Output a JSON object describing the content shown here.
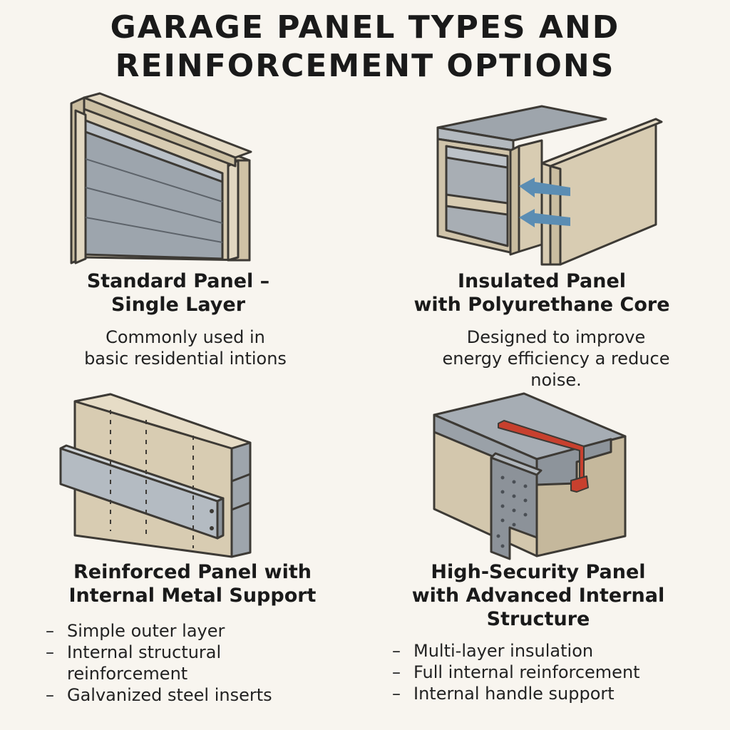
{
  "title": {
    "line1": "GARAGE PANEL TYPES AND",
    "line2": "REINFORCEMENT OPTIONS"
  },
  "panels": [
    {
      "heading_line1": "Standard Panel –",
      "heading_line2": "Single Layer",
      "description_line1": "Commonly used in",
      "description_line2": "basic residential intions"
    },
    {
      "heading_line1": "Insulated Panel",
      "heading_line2": "with Polyurethane Core",
      "description_line1": "Designed to improve",
      "description_line2": "energy efficiency a reduce",
      "description_line3": "noise."
    },
    {
      "heading_line1": "Reinforced Panel with",
      "heading_line2": "Internal Metal Support",
      "bullets": [
        {
          "dash": "–",
          "line1": "Simple outer layer"
        },
        {
          "dash": "–",
          "line1": "Internal structural",
          "line2": "reinforcement"
        },
        {
          "dash": "–",
          "line1": "Galvanized steel inserts"
        }
      ]
    },
    {
      "heading_line1": "High-Security Panel",
      "heading_line2": "with Advanced Internal",
      "heading_line3": "Structure",
      "bullets": [
        {
          "dash": "–",
          "line1": "Multi-layer insulation"
        },
        {
          "dash": "–",
          "line1": "Full internal reinforcement"
        },
        {
          "dash": "–",
          "line1": "Internal handle support"
        }
      ]
    }
  ],
  "colors": {
    "background": "#f8f5ef",
    "panel_beige": "#d8ccb2",
    "metal_gray": "#a6adb4",
    "arrow_blue": "#5b8db3",
    "handle_red": "#c8402e"
  }
}
